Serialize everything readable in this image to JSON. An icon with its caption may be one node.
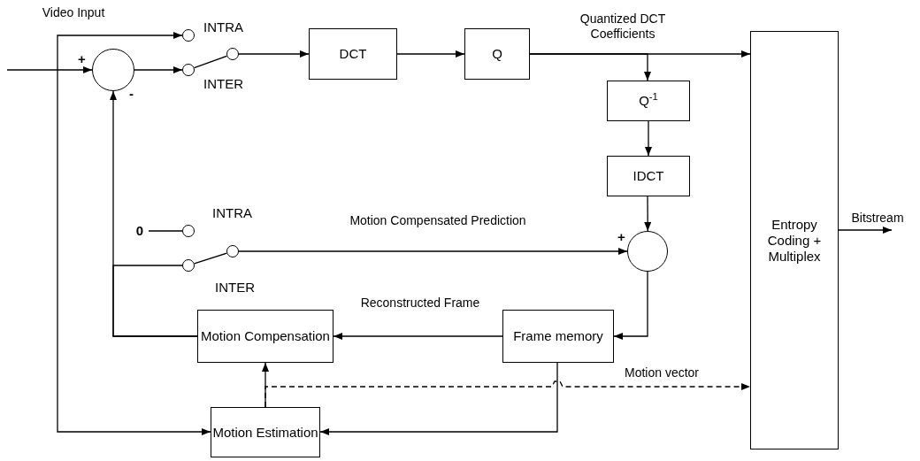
{
  "diagram": {
    "nodes": [
      {
        "text": [],
        "shape": "circle",
        "beside": [
          "+",
          "-"
        ]
      },
      {
        "text": [],
        "shape": "circle",
        "beside": [
          "INTRA"
        ]
      },
      {
        "text": [],
        "shape": "circle",
        "beside": [
          "INTER"
        ]
      },
      {
        "text": [],
        "shape": "circle"
      },
      {
        "text": [
          "DCT"
        ]
      },
      {
        "text": [
          "Q"
        ]
      },
      {
        "text": [
          "Q$^{-1}$"
        ]
      },
      {
        "text": [
          "IDCT"
        ]
      },
      {
        "text": [
          "Entropy Coding + Multiplex"
        ]
      },
      {
        "text": [
          "0"
        ]
      },
      {
        "text": [],
        "shape": "circle",
        "beside": [
          "INTRA"
        ]
      },
      {
        "text": [],
        "shape": "circle",
        "beside": [
          "INTER"
        ]
      },
      {
        "text": [],
        "shape": "circle"
      },
      {
        "text": [],
        "shape": "circle",
        "beside": [
          "+"
        ]
      },
      {
        "text": [
          "Motion Compensation"
        ]
      },
      {
        "text": [
          "Frame memory"
        ]
      },
      {
        "text": [
          "Motion Estimation"
        ]
      }
    ],
    "edges": [
      {
        "from": null,
        "to": 0,
        "arrow": "to"
      },
      {
        "from": 0,
        "to": 2,
        "arrow": "to"
      },
      {
        "from": null,
        "to": 1,
        "arrow": "to",
        "label": "Video Input"
      },
      {
        "from": null,
        "to": 16,
        "arrow": "to"
      },
      {
        "from": 2,
        "to": 3,
        "arrow": "none"
      },
      {
        "from": 3,
        "to": 4,
        "arrow": "to"
      },
      {
        "from": 4,
        "to": 5,
        "arrow": "to"
      },
      {
        "from": 5,
        "to": 8,
        "arrow": "to",
        "label": "Quantized DCT Coefficients"
      },
      {
        "from": 5,
        "to": 6,
        "arrow": "to"
      },
      {
        "from": 6,
        "to": 7,
        "arrow": "to"
      },
      {
        "from": 7,
        "to": 13,
        "arrow": "to"
      },
      {
        "from": 9,
        "to": 10,
        "arrow": "none"
      },
      {
        "from": 11,
        "to": 12,
        "arrow": "none"
      },
      {
        "from": 12,
        "to": 13,
        "arrow": "to",
        "label": "Motion Compensated Prediction"
      },
      {
        "from": 13,
        "to": 15,
        "arrow": "to"
      },
      {
        "from": 15,
        "to": 14,
        "arrow": "to",
        "label": "Reconstructed Frame"
      },
      {
        "from": 14,
        "to": 0,
        "arrow": "to"
      },
      {
        "from": 14,
        "to": 11,
        "arrow": "none"
      },
      {
        "from": 16,
        "to": 14,
        "arrow": "to"
      },
      {
        "from": 16,
        "to": 8,
        "arrow": "to",
        "label": "Motion vector",
        "style": "dashed"
      },
      {
        "from": 15,
        "to": 16,
        "arrow": "to"
      },
      {
        "from": 8,
        "to": null,
        "arrow": "to",
        "label": "Bitstream"
      }
    ]
  }
}
